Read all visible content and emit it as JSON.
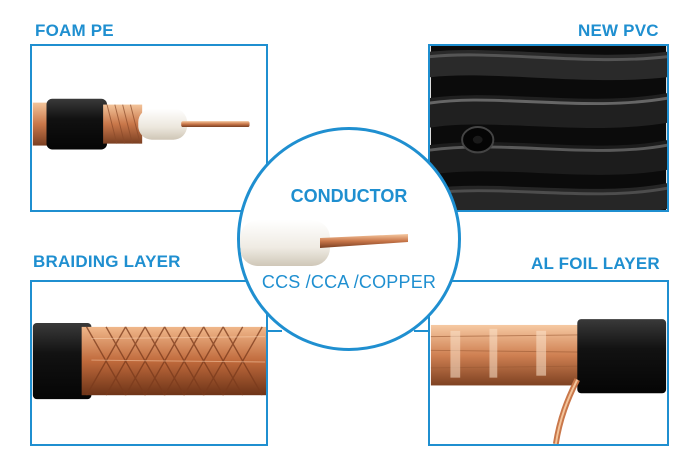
{
  "labels": {
    "foam_pe": "FOAM PE",
    "new_pvc": "NEW PVC",
    "braiding_layer": "BRAIDING LAYER",
    "al_foil_layer": "AL FOIL LAYER"
  },
  "center": {
    "title": "CONDUCTOR",
    "subtitle": "CCS /CCA /COPPER"
  },
  "colors": {
    "accent": "#1f8fd0",
    "copper": "#c9774a",
    "jacket": "#151515",
    "dielectric": "#f4f1ea"
  }
}
